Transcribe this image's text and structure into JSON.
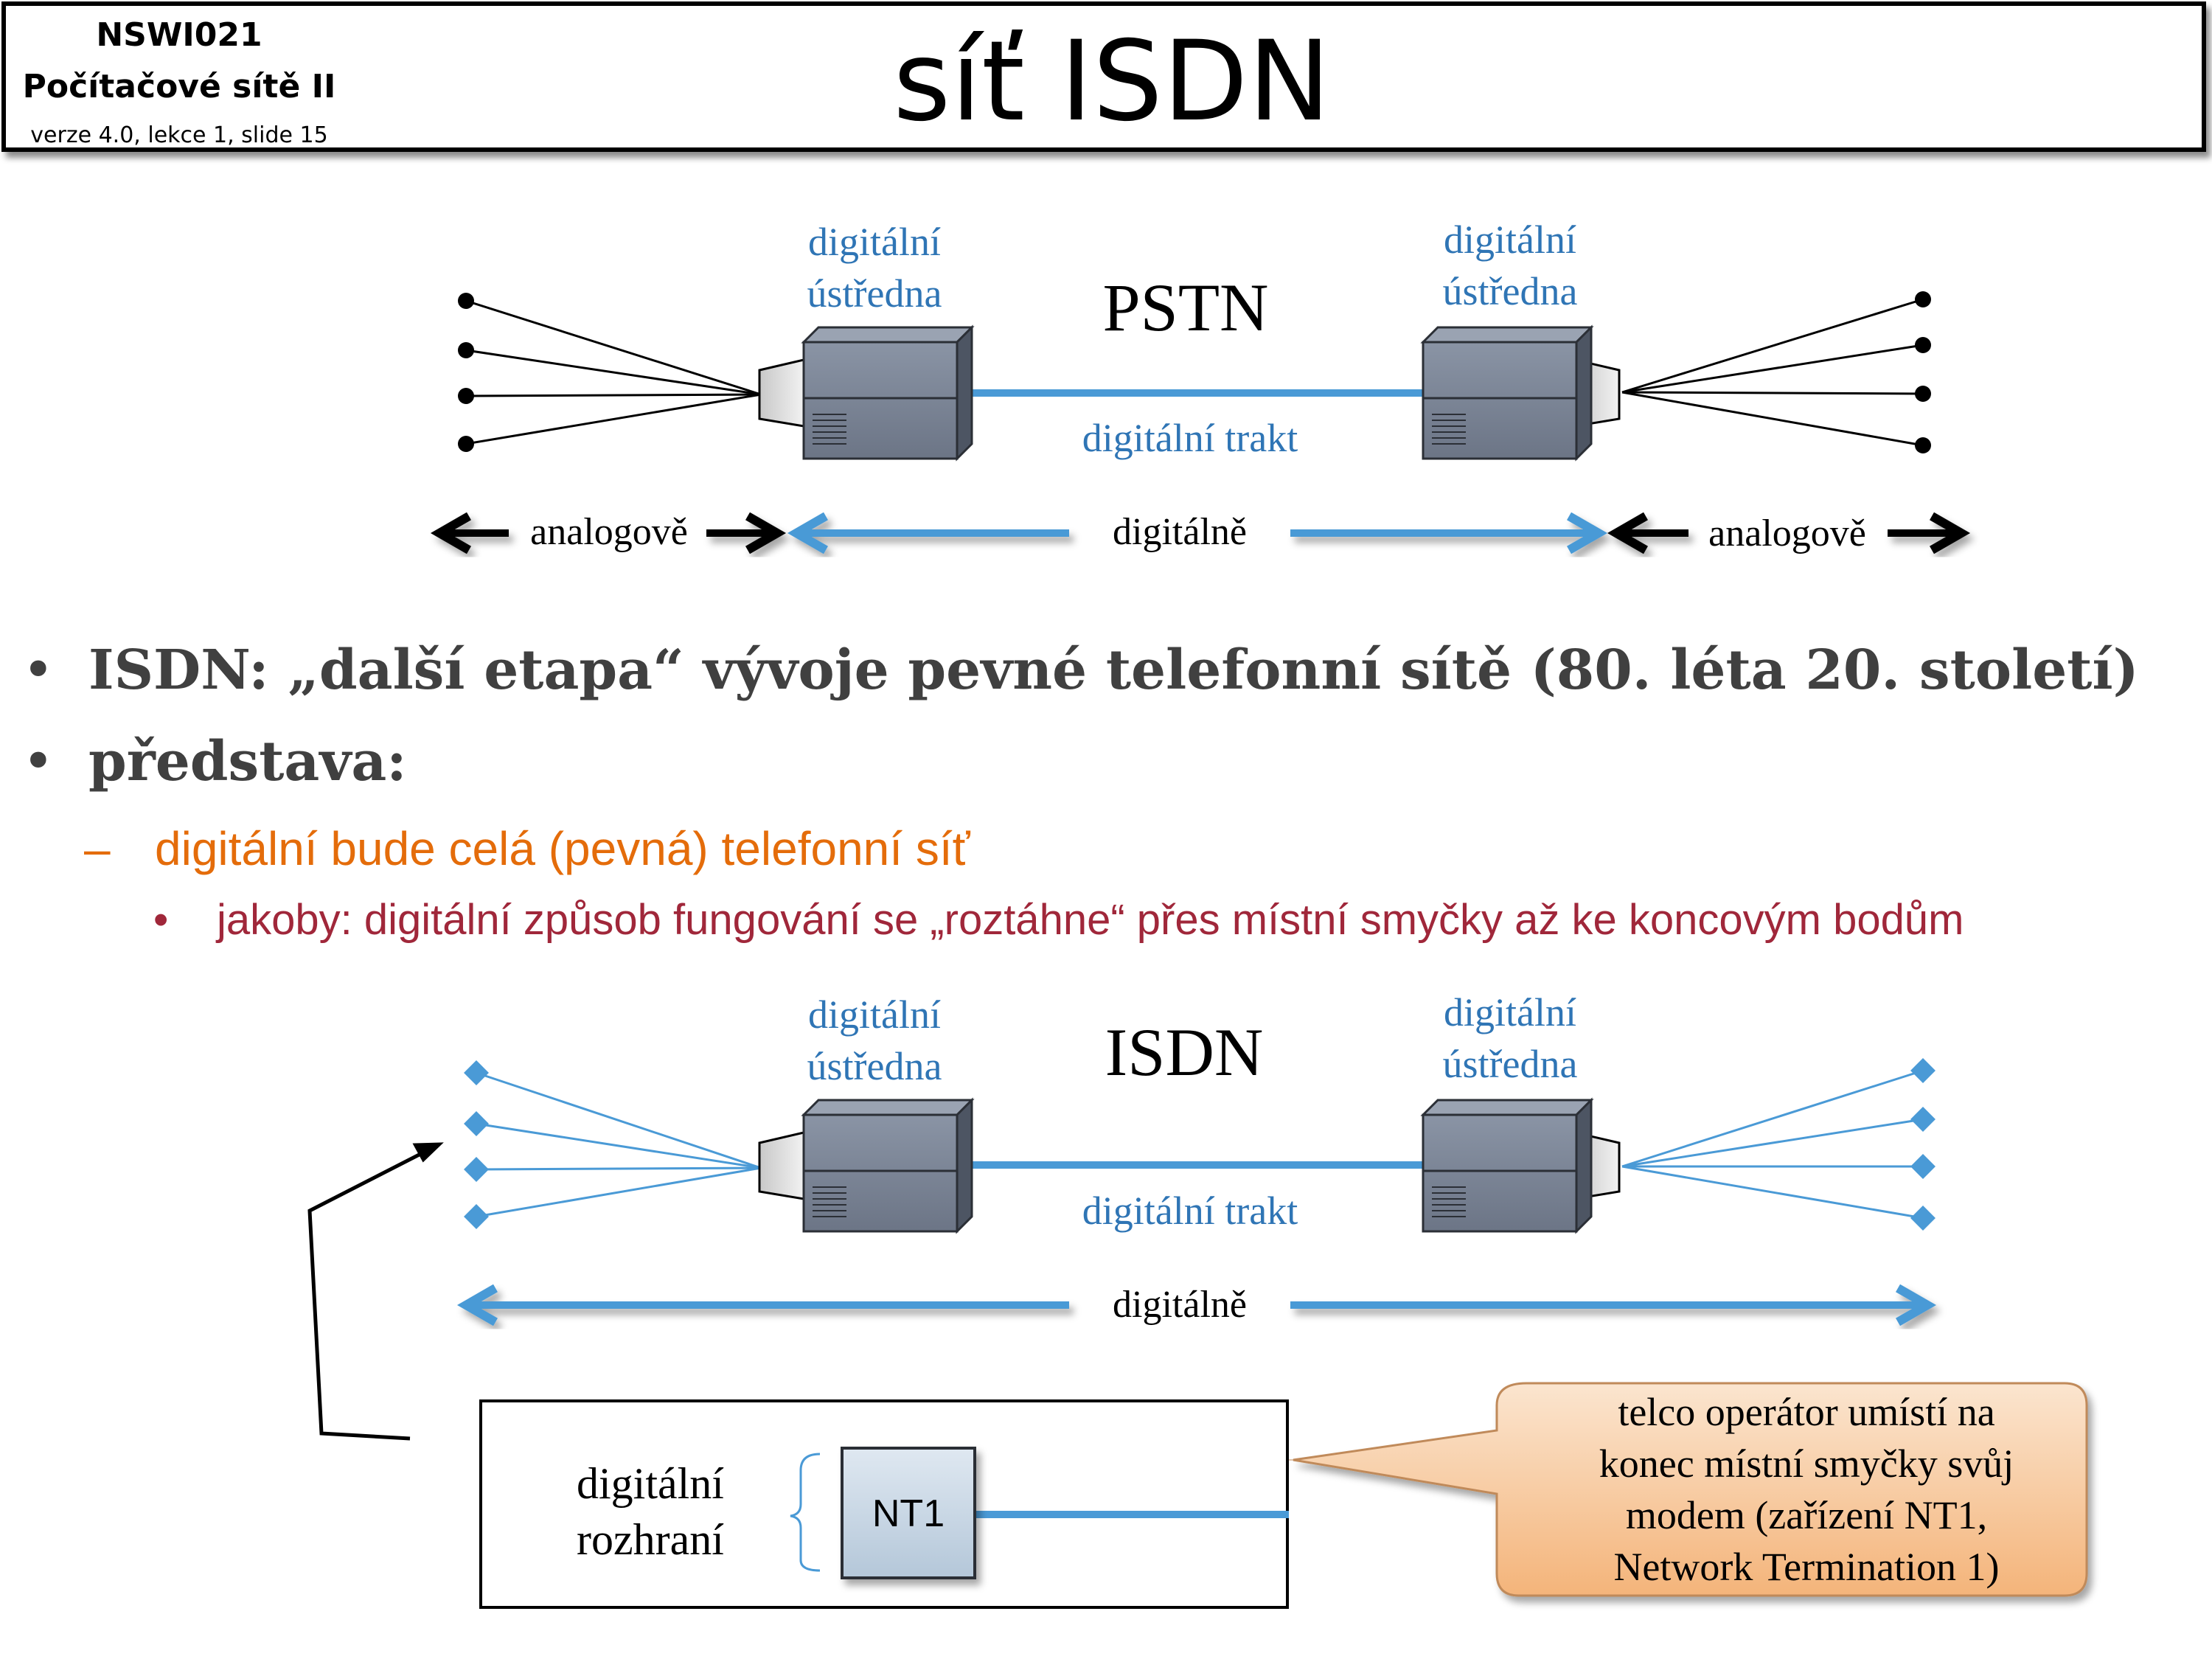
{
  "header": {
    "course_code": "NSWI021",
    "course_name": "Počítačové sítě II",
    "slide_info": "verze 4.0, lekce  1, slide 15",
    "title": "síť ISDN"
  },
  "pstn_diagram": {
    "network_label": "PSTN",
    "left_exchange_label_1": "digitální",
    "left_exchange_label_2": "ústředna",
    "right_exchange_label_1": "digitální",
    "right_exchange_label_2": "ústředna",
    "trunk_label": "digitální trakt",
    "left_span_label": "analogově",
    "middle_span_label": "digitálně",
    "right_span_label": "analogově"
  },
  "bullets": {
    "b1": "ISDN: „další etapa“ vývoje pevné telefonní sítě (80. léta 20. století)",
    "b2": "představa:",
    "b3": "digitální bude celá (pevná) telefonní síť",
    "b4": "jakoby: digitální způsob fungování se „roztáhne“ přes místní smyčky až ke koncovým bodům",
    "dot": "•",
    "dash": "–"
  },
  "isdn_diagram": {
    "network_label": "ISDN",
    "left_exchange_label_1": "digitální",
    "left_exchange_label_2": "ústředna",
    "right_exchange_label_1": "digitální",
    "right_exchange_label_2": "ústředna",
    "trunk_label": "digitální trakt",
    "span_label": "digitálně",
    "interface_label_1": "digitální",
    "interface_label_2": "rozhraní",
    "nt1_label": "NT1"
  },
  "callout": {
    "line1": "telco operátor umístí na",
    "line2": "konec místní smyčky svůj",
    "line3": "modem (zařízení NT1,",
    "line4": "Network Termination 1)"
  },
  "colors": {
    "blue": "#4a9ad6",
    "blue_text": "#2f75b5",
    "orange": "#e46c0a",
    "crimson": "#a0273a",
    "exchange": "#7b8596"
  }
}
